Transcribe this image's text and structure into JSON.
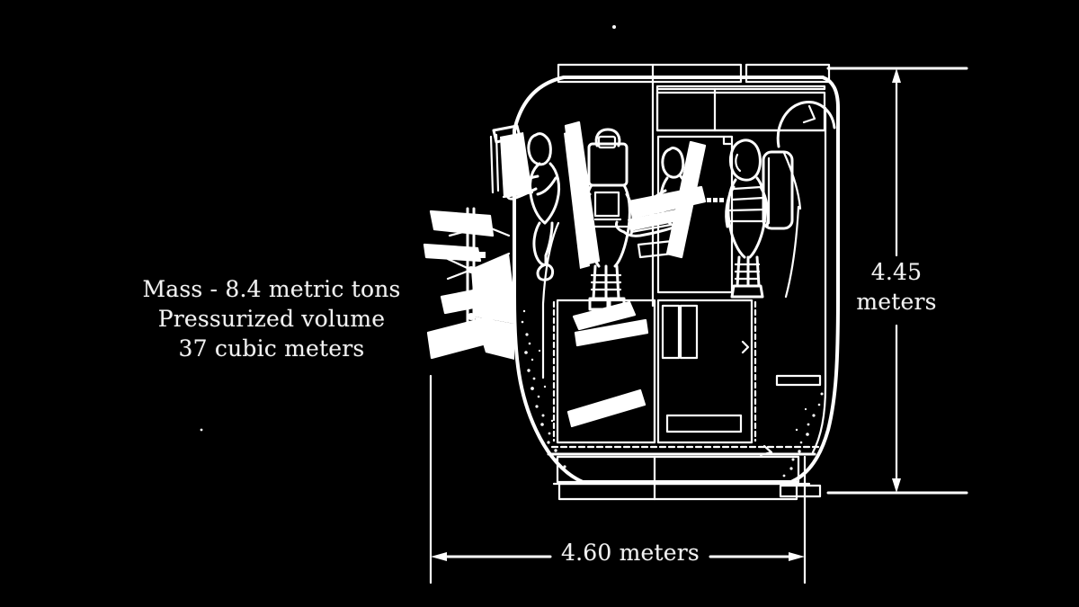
{
  "meta": {
    "title": "Lunar lander crew module cutaway — specifications",
    "background_color": "#000000",
    "line_color": "#ffffff",
    "text_color": "#f2f2f2",
    "style": "white line art on black background"
  },
  "annotations": {
    "spec_lines": [
      "Mass - 8.4 metric tons",
      "Pressurized volume",
      "37 cubic meters"
    ],
    "mass_value": "8.4",
    "mass_unit": "metric tons",
    "volume_value": "37",
    "volume_unit": "cubic meters"
  },
  "dimensions": {
    "vertical": {
      "value": "4.45",
      "unit": "meters",
      "label_lines": [
        "4.45",
        "meters"
      ],
      "orientation": "vertical",
      "arrow_style": "double-headed"
    },
    "horizontal": {
      "value": "4.60",
      "unit": "meters",
      "label": "4.60 meters",
      "orientation": "horizontal",
      "arrow_style": "double-headed"
    }
  },
  "figures": [
    {
      "name": "crew-member-at-console",
      "pose": "floating, reaching toward wall console",
      "suited": false
    },
    {
      "name": "crew-member-suited-center",
      "pose": "standing in EVA suit with backpack",
      "suited": true
    },
    {
      "name": "crew-member-seated",
      "pose": "seated at angled restraint",
      "suited": false
    },
    {
      "name": "crew-member-suited-right",
      "pose": "standing in EVA suit beside hatch",
      "suited": true
    }
  ],
  "vehicle_features": [
    "pressurized cabin outline",
    "upper equipment rack",
    "forward window / console",
    "airlock hatch",
    "stowage bays lower deck",
    "landing truss / strut assembly",
    "ablative heat-shield base"
  ]
}
